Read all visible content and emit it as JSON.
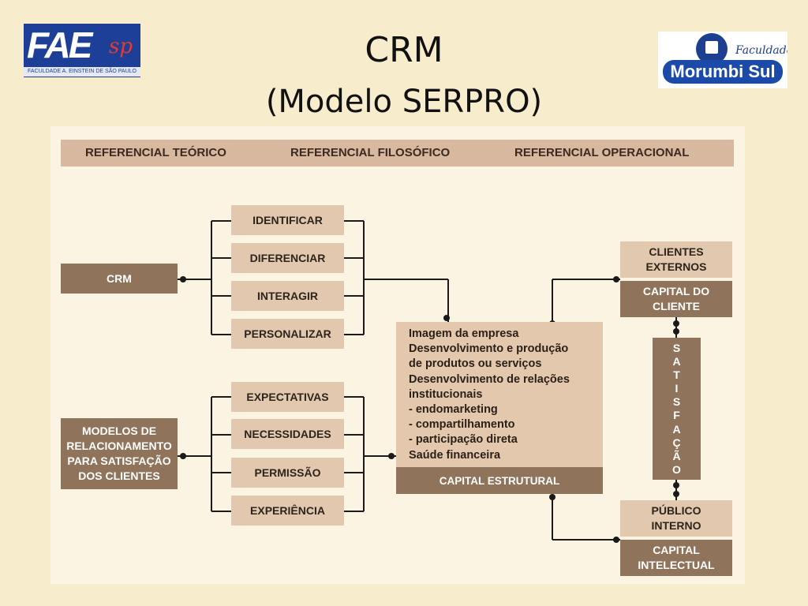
{
  "slide": {
    "title": "CRM",
    "subtitle": "(Modelo SERPRO)"
  },
  "logos": {
    "left": {
      "mark": "FAE",
      "sp": "sp",
      "caption": "FACULDADE A. EINSTEIN DE SÃO PAULO"
    },
    "right": {
      "faculdade": "Faculdade",
      "name": "Morumbi Sul"
    }
  },
  "header": [
    "REFERENCIAL TEÓRICO",
    "REFERENCIAL FILOSÓFICO",
    "REFERENCIAL OPERACIONAL"
  ],
  "left_boxes": {
    "crm": "CRM",
    "modelos": "MODELOS DE\nRELACIONAMENTO\nPARA SATISFAÇÃO\nDOS CLIENTES"
  },
  "crm_steps": [
    "IDENTIFICAR",
    "DIFERENCIAR",
    "INTERAGIR",
    "PERSONALIZAR"
  ],
  "model_steps": [
    "EXPECTATIVAS",
    "NECESSIDADES",
    "PERMISSÃO",
    "EXPERIÊNCIA"
  ],
  "center": {
    "lines": [
      "Imagem da empresa",
      "Desenvolvimento e produção",
      "de produtos ou serviços",
      "Desenvolvimento de relações",
      "institucionais",
      "- endomarketing",
      "- compartilhamento",
      "- participação direta",
      "Saúde financeira"
    ],
    "footer": "CAPITAL ESTRUTURAL"
  },
  "right_column": {
    "clientes_externos": "CLIENTES\nEXTERNOS",
    "capital_cliente": "CAPITAL DO\nCLIENTE",
    "satisfacao": [
      "S",
      "A",
      "T",
      "I",
      "S",
      "F",
      "A",
      "Ç",
      "Ã",
      "O"
    ],
    "publico_interno": "PÚBLICO\nINTERNO",
    "capital_intelectual": "CAPITAL\nINTELECTUAL"
  },
  "colors": {
    "background": "#f7eccb",
    "panel": "#fbf4e2",
    "light_box": "#e2c8af",
    "dark_box": "#8f735b",
    "line": "#1a1a1a"
  }
}
